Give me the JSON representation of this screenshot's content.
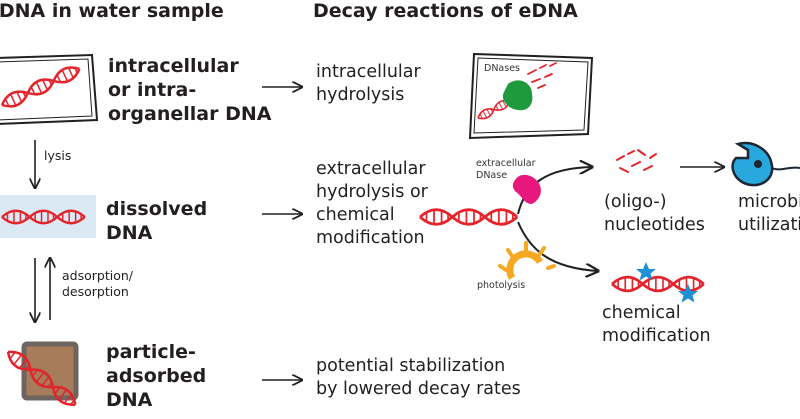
{
  "headers": {
    "left": "eDNA in water sample",
    "right": "Decay reactions of eDNA"
  },
  "states": {
    "intracellular": "intracellular\nor intra-\norganellar DNA",
    "dissolved": "dissolved\nDNA",
    "particle": "particle-\nadsorbed\nDNA"
  },
  "transitions": {
    "lysis": "lysis",
    "adsorption": "adsorption/\ndesorption"
  },
  "reactions": {
    "intracellular": "intracellular\nhydrolysis",
    "extracellular": "extracellular\nhydrolysis or\nchemical\nmodification",
    "stabilization": "potential stabilization\nby lowered decay rates"
  },
  "small_labels": {
    "dnases": "DNases",
    "extracellular_dnase": "extracellular\nDNase",
    "photolysis": "photolysis"
  },
  "products": {
    "nucleotides": "(oligo-)\nnucleotides",
    "chemical_modification": "chemical\nmodification",
    "microbial": "microbial\nutilization"
  },
  "colors": {
    "dna_red": "#e3242b",
    "enzyme_green": "#1e9a3c",
    "enzyme_pink": "#e8177d",
    "microbe_blue": "#29a8dd",
    "sun_orange": "#f7a823",
    "star_blue": "#1f8fd6",
    "particle_brown": "#a67c5b",
    "dissolved_bg": "#dbe9f4"
  }
}
